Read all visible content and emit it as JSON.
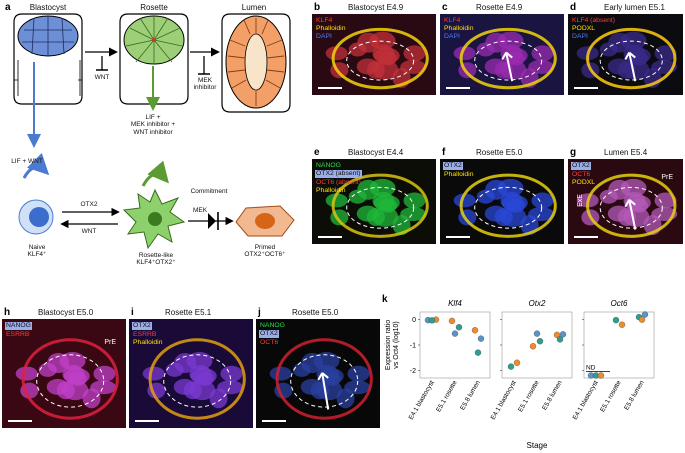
{
  "panel_letters": [
    "a",
    "b",
    "c",
    "d",
    "e",
    "f",
    "g",
    "h",
    "i",
    "j",
    "k"
  ],
  "diagram": {
    "blastocyst": "Blastocyst",
    "rosette": "Rosette",
    "lumen": "Lumen",
    "wnt_inhib": "WNT",
    "mek_inhib": "MEK\ninhibitor",
    "lif_wnt": "LIF + WNT",
    "lif_mek_wnt": "LIF +\nMEK inhibitor +\nWNT inhibitor",
    "otx2": "OTX2",
    "wnt": "WNT",
    "commitment": "Commitment",
    "mek": "MEK",
    "naive": "Naive\nKLF4⁺",
    "rosette_like": "Rosette-like\nKLF4⁺OTX2⁺",
    "primed": "Primed\nOTX2⁺OCT6⁺"
  },
  "micro": [
    {
      "id": "b",
      "title": "Blastocyst E4.9",
      "channels": [
        {
          "t": "KLF4",
          "c": "#ff3b3b"
        },
        {
          "t": "Phalloidin",
          "c": "#ffe400"
        },
        {
          "t": "DAPI",
          "c": "#4f7bff"
        }
      ],
      "tags": []
    },
    {
      "id": "c",
      "title": "Rosette E4.9",
      "channels": [
        {
          "t": "KLF4",
          "c": "#ff3b3b"
        },
        {
          "t": "Phalloidin",
          "c": "#ffe400"
        },
        {
          "t": "DAPI",
          "c": "#4f7bff"
        }
      ],
      "tags": []
    },
    {
      "id": "d",
      "title": "Early lumen E5.1",
      "channels": [
        {
          "t": "KLF4 (absent)",
          "c": "#ff3b3b"
        },
        {
          "t": "PODXL",
          "c": "#ffe400"
        },
        {
          "t": "DAPI",
          "c": "#4f7bff"
        }
      ],
      "tags": []
    },
    {
      "id": "e",
      "title": "Blastocyst E4.4",
      "channels": [
        {
          "t": "NANOG",
          "c": "#29e04a"
        },
        {
          "t": "OTX2 (absent)",
          "c": "#6f8fff",
          "box": true
        },
        {
          "t": "OCT6 (absent)",
          "c": "#ff3b3b"
        },
        {
          "t": "Phalloidin",
          "c": "#ffe400"
        }
      ],
      "tags": []
    },
    {
      "id": "f",
      "title": "Rosette E5.0",
      "channels": [
        {
          "t": "OTX2",
          "c": "#6f8fff",
          "box": true
        },
        {
          "t": "Phalloidin",
          "c": "#ffe400"
        }
      ],
      "tags": []
    },
    {
      "id": "g",
      "title": "Lumen E5.4",
      "channels": [
        {
          "t": "OTX2",
          "c": "#6f8fff",
          "box": true
        },
        {
          "t": "OCT6",
          "c": "#ff3b3b"
        },
        {
          "t": "PODXL",
          "c": "#ffe400"
        }
      ],
      "tags": [
        "PrE",
        "ExE"
      ]
    },
    {
      "id": "h",
      "title": "Blastocyst E5.0",
      "channels": [
        {
          "t": "NANOG",
          "c": "#6f8fff",
          "box": true
        },
        {
          "t": "ESRRB",
          "c": "#ff3b3b"
        }
      ],
      "tags": [
        "PrE"
      ]
    },
    {
      "id": "i",
      "title": "Rosette E5.1",
      "channels": [
        {
          "t": "OTX2",
          "c": "#6f8fff",
          "box": true
        },
        {
          "t": "ESRRB",
          "c": "#ff3b3b"
        },
        {
          "t": "Phalloidin",
          "c": "#ffe400"
        }
      ],
      "tags": []
    },
    {
      "id": "j",
      "title": "Rosette E5.0",
      "channels": [
        {
          "t": "NANOG",
          "c": "#29e04a"
        },
        {
          "t": "OTX2",
          "c": "#6f8fff",
          "box": true
        },
        {
          "t": "OCT6",
          "c": "#ff3b3b"
        }
      ],
      "tags": []
    }
  ],
  "chart_data": {
    "type": "scatter",
    "ylabel": "Expression ratio\nvs Oct4 (log10)",
    "xlabel": "Stage",
    "ylim": [
      -2.3,
      0.3
    ],
    "yticks": [
      0,
      -1,
      -2
    ],
    "categories": [
      "E4.1 blastocyst",
      "E5.1 rosette",
      "E5.8 lumen"
    ],
    "nd_label": "ND",
    "point_colors": [
      "#2e9e8f",
      "#ef8b2c",
      "#5b93c6"
    ],
    "panels": [
      {
        "gene": "Klf4",
        "points": [
          {
            "cat": 0,
            "dx": -4,
            "y": -0.02,
            "c": 2
          },
          {
            "cat": 0,
            "dx": 4,
            "y": 0.0,
            "c": 1
          },
          {
            "cat": 0,
            "dx": 0,
            "y": -0.03,
            "c": 0
          },
          {
            "cat": 1,
            "dx": -3,
            "y": -0.05,
            "c": 1
          },
          {
            "cat": 1,
            "dx": 4,
            "y": -0.3,
            "c": 0
          },
          {
            "cat": 1,
            "dx": 0,
            "y": -0.55,
            "c": 2
          },
          {
            "cat": 2,
            "dx": -3,
            "y": -0.42,
            "c": 1
          },
          {
            "cat": 2,
            "dx": 3,
            "y": -0.75,
            "c": 2
          },
          {
            "cat": 2,
            "dx": 0,
            "y": -1.3,
            "c": 0
          }
        ]
      },
      {
        "gene": "Otx2",
        "points": [
          {
            "cat": 0,
            "dx": -3,
            "y": -1.85,
            "c": 0
          },
          {
            "cat": 0,
            "dx": 3,
            "y": -1.7,
            "c": 1
          },
          {
            "cat": 1,
            "dx": -4,
            "y": -1.05,
            "c": 1
          },
          {
            "cat": 1,
            "dx": 3,
            "y": -0.85,
            "c": 0
          },
          {
            "cat": 1,
            "dx": 0,
            "y": -0.55,
            "c": 2
          },
          {
            "cat": 2,
            "dx": -3,
            "y": -0.6,
            "c": 1
          },
          {
            "cat": 2,
            "dx": 3,
            "y": -0.58,
            "c": 2
          },
          {
            "cat": 2,
            "dx": 0,
            "y": -0.78,
            "c": 0
          }
        ]
      },
      {
        "gene": "Oct6",
        "nd_cat": 0,
        "points": [
          {
            "cat": 0,
            "dx": -5,
            "y": -2.2,
            "c": 2
          },
          {
            "cat": 0,
            "dx": 0,
            "y": -2.2,
            "c": 0
          },
          {
            "cat": 0,
            "dx": 5,
            "y": -2.2,
            "c": 1
          },
          {
            "cat": 1,
            "dx": -3,
            "y": -0.02,
            "c": 0
          },
          {
            "cat": 1,
            "dx": 3,
            "y": -0.2,
            "c": 1
          },
          {
            "cat": 2,
            "dx": -3,
            "y": 0.1,
            "c": 0
          },
          {
            "cat": 2,
            "dx": 3,
            "y": 0.2,
            "c": 2
          },
          {
            "cat": 2,
            "dx": 0,
            "y": 0.0,
            "c": 1
          }
        ]
      }
    ]
  }
}
